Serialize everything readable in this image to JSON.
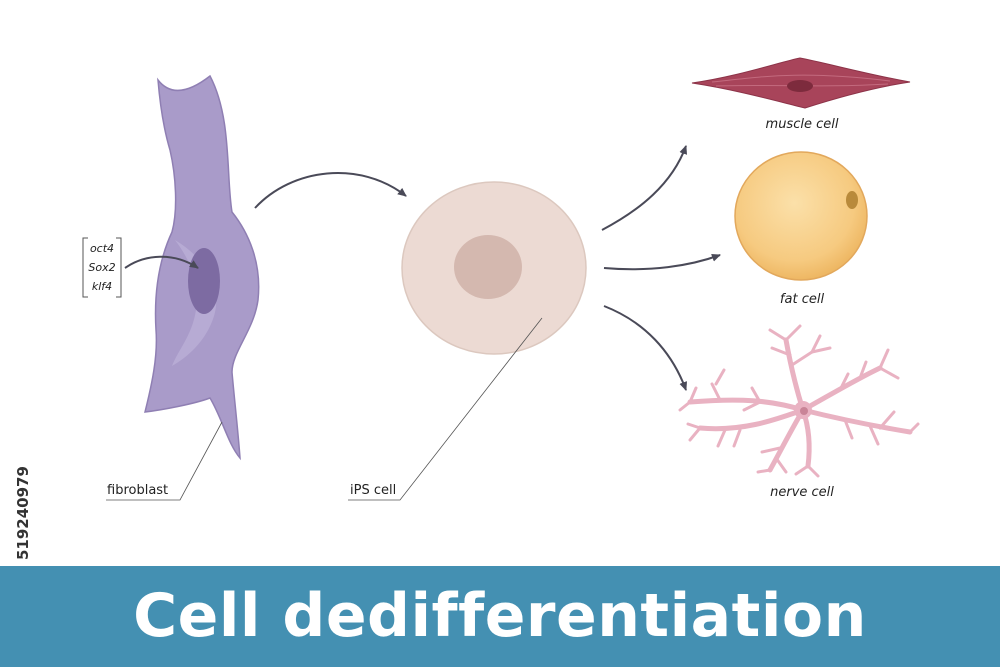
{
  "title": "Cell dedifferentiation",
  "genes": [
    "oct4",
    "Sox2",
    "klf4"
  ],
  "labels": {
    "fibroblast": "fibroblast",
    "ips": "iPS cell",
    "muscle": "muscle cell",
    "fat": "fat cell",
    "nerve": "nerve cell"
  },
  "stock_id": "519240979",
  "colors": {
    "banner": "#4490b2",
    "fibroblast": "#a99bc9",
    "ips_cell": "#ecdad3",
    "muscle_cell": "#a8445a",
    "fat_cell": "#f5c577",
    "nerve_cell": "#e9b2c2",
    "arrows": "#4a4a58"
  }
}
